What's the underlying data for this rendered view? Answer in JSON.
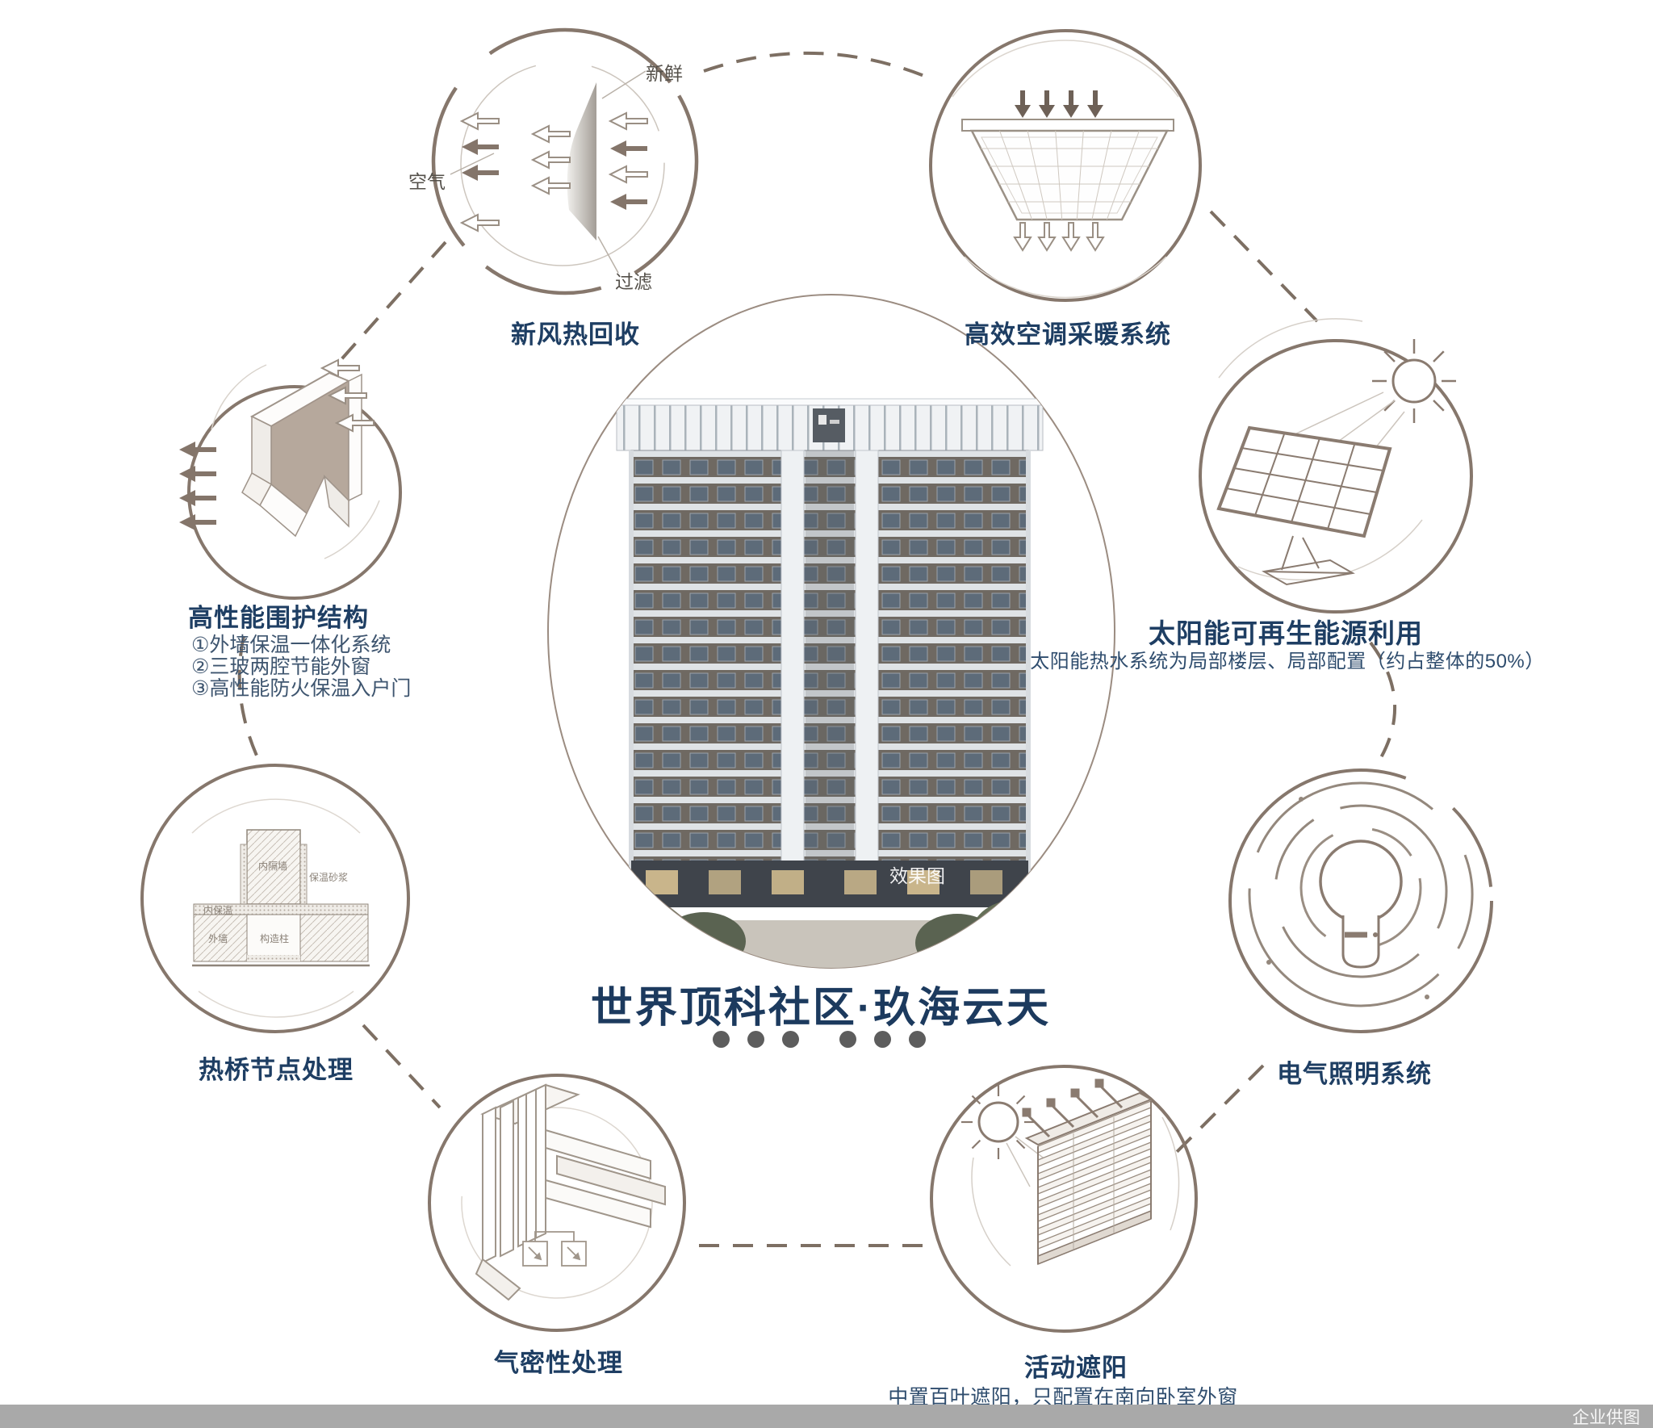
{
  "center": {
    "title": "世界顶科社区·玖海云天",
    "watermark": "效果图"
  },
  "features": {
    "fresh_air": {
      "label": "新风热回收",
      "fresh": "新鲜",
      "air": "空气",
      "filter": "过滤"
    },
    "hvac": {
      "label": "高效空调采暖系统"
    },
    "envelope": {
      "label": "高性能围护结构",
      "items": [
        "①外墙保温一体化系统",
        "②三玻两腔节能外窗",
        "③高性能防火保温入户门"
      ]
    },
    "solar": {
      "label": "太阳能可再生能源利用",
      "note": "太阳能热水系统为局部楼层、局部配置（约占整体的50%）"
    },
    "thermal_bridge": {
      "label": "热桥节点处理",
      "labels": {
        "inner_wall": "内隔墙",
        "mortar": "保温砂浆",
        "inner_ins": "内保温",
        "outer_wall": "外墙",
        "column": "构造柱"
      }
    },
    "lighting": {
      "label": "电气照明系统"
    },
    "airtight": {
      "label": "气密性处理"
    },
    "shading": {
      "label": "活动遮阳",
      "note": "中置百叶遮阳，只配置在南向卧室外窗"
    }
  },
  "footer": {
    "credit": "企业供图"
  },
  "colors": {
    "accent_navy": "#1d3c60",
    "line_brown": "#86776c",
    "taupe_fill": "#b6a89c",
    "footer_bar": "#a9a9a9"
  }
}
